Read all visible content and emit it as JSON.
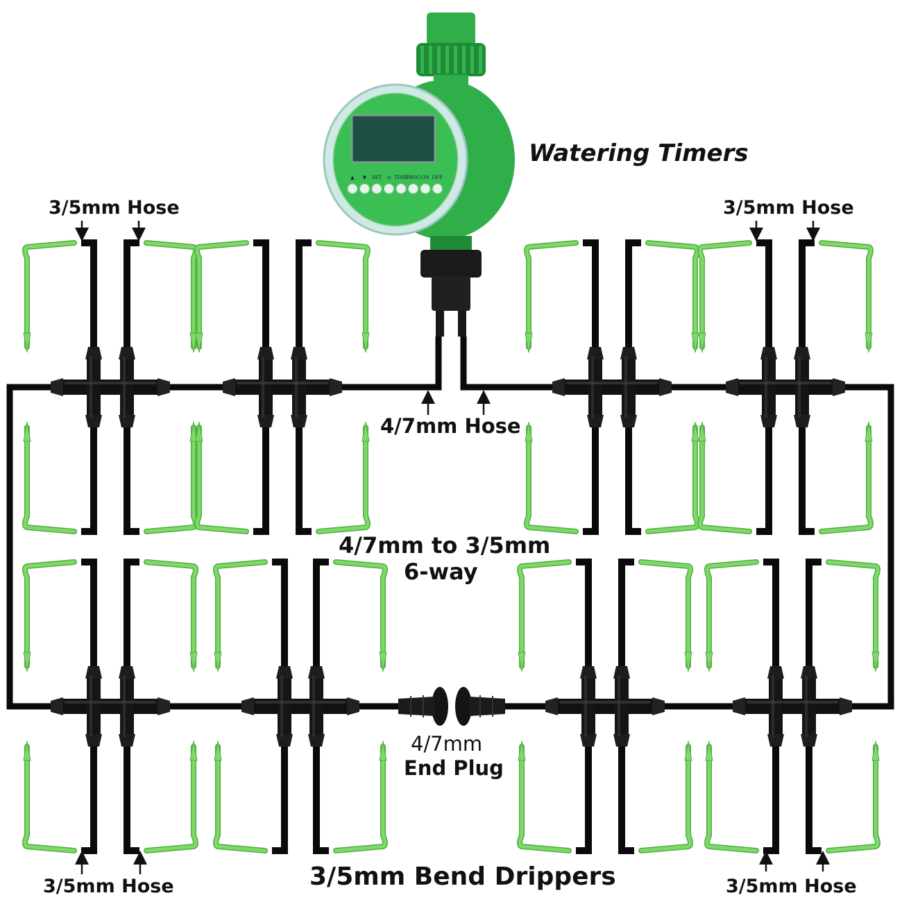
{
  "labels": {
    "timer": "Watering Timers",
    "hose_top_left": "3/5mm Hose",
    "hose_top_right": "3/5mm Hose",
    "main_hose": "4/7mm Hose",
    "tee_line1": "4/7mm to 3/5mm",
    "tee_line2": "6-way",
    "plug_line1": "4/7mm",
    "plug_line2": "End Plug",
    "drippers": "3/5mm Bend Drippers",
    "hose_bottom_left": "3/5mm Hose",
    "hose_bottom_right": "3/5mm Hose"
  },
  "timer_buttons": [
    "▲",
    "▼",
    "SET",
    "◷",
    "TIME",
    "PROG",
    "ON",
    "OFF"
  ],
  "icons": {
    "timer": "watering-timer-icon",
    "connector": "six-way-connector-icon",
    "dripper": "bend-dripper-icon",
    "plug": "end-plug-icon",
    "arrow": "arrow-icon"
  },
  "colors": {
    "hose": "#0a0a0a",
    "dripper": "#7fd86a",
    "dripper_edge": "#4fae40",
    "timer_green": "#2fae4a",
    "timer_dark": "#1e8c36",
    "screen": "#1f4f44",
    "text": "#111111"
  }
}
